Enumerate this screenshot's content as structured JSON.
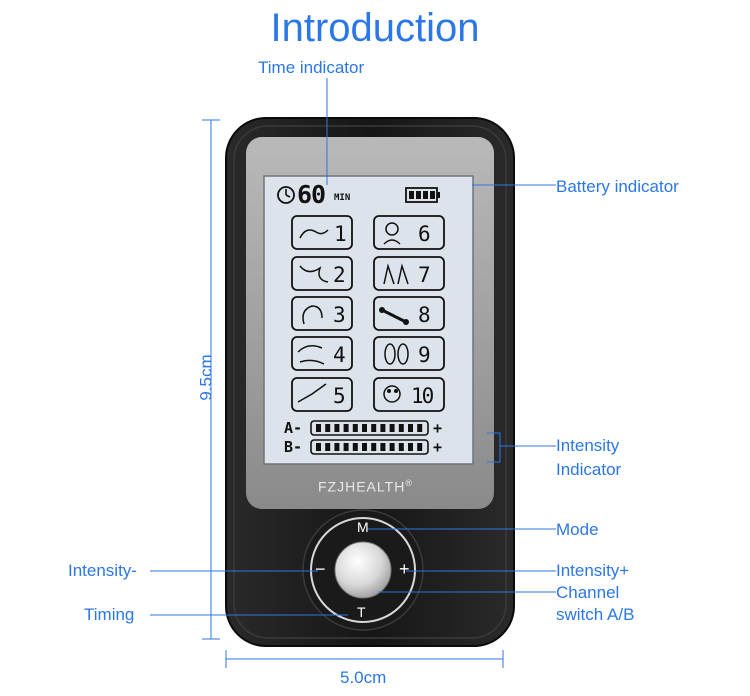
{
  "title": "Introduction",
  "device": {
    "brand": "FZJHEALTH",
    "brand_mark": "®",
    "timer_value": "60",
    "timer_unit": "MIN",
    "programs_left": [
      "1",
      "2",
      "3",
      "4",
      "5"
    ],
    "programs_right": [
      "6",
      "7",
      "8",
      "9",
      "10"
    ],
    "channel_a": "A-",
    "channel_b": "B-",
    "plus": "+",
    "button_mode": "M",
    "button_timing": "T",
    "button_minus": "−",
    "button_plus": "+"
  },
  "labels": {
    "time_indicator": "Time indicator",
    "battery_indicator": "Battery indicator",
    "intensity_indicator_1": "Intensity",
    "intensity_indicator_2": "Indicator",
    "mode": "Mode",
    "intensity_plus": "Intensity+",
    "channel_switch_1": "Channel",
    "channel_switch_2": "switch A/B",
    "intensity_minus": "Intensity-",
    "timing": "Timing"
  },
  "dimensions": {
    "height": "9.5cm",
    "width": "5.0cm"
  },
  "colors": {
    "accent": "#2b77e6",
    "device_body": "#1c1c1c",
    "lcd": "#dde3ea"
  }
}
